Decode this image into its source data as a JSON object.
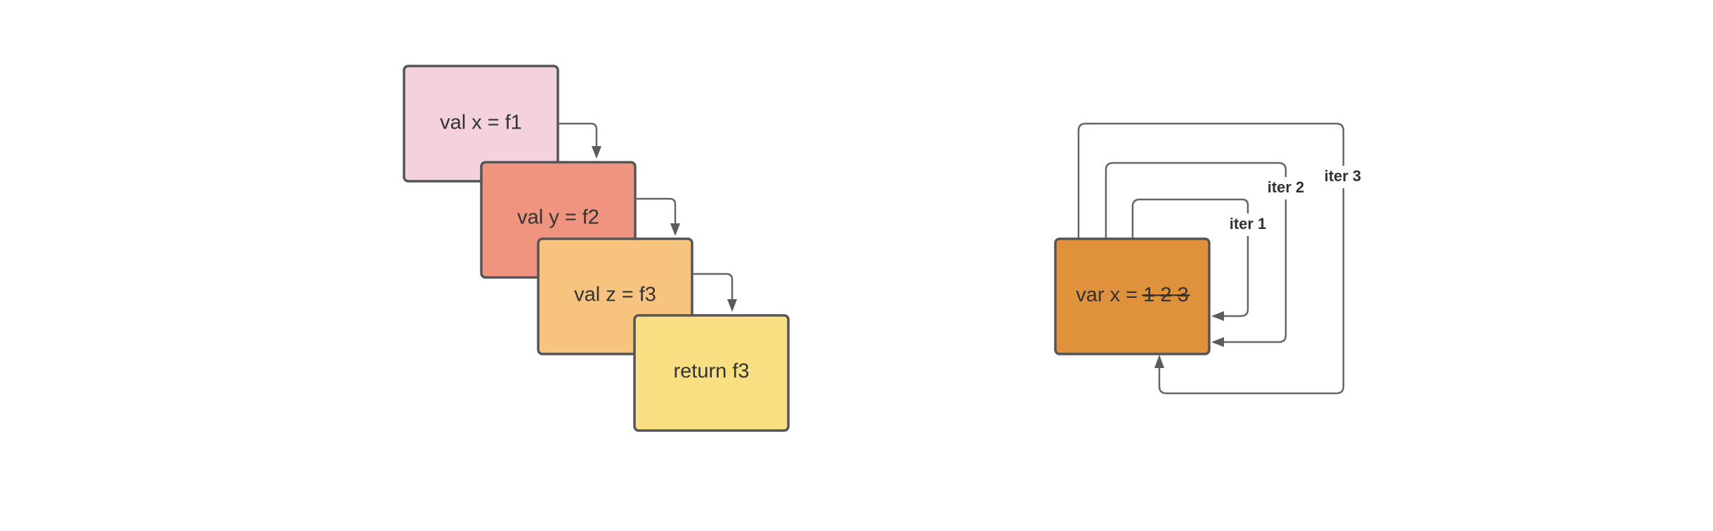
{
  "left_diagram": {
    "boxes": [
      {
        "label": "val x = f1",
        "color": "#f3d1dd"
      },
      {
        "label": "val y = f2",
        "color": "#f0937f"
      },
      {
        "label": "val z = f3",
        "color": "#f6c47f"
      },
      {
        "label": "return f3",
        "color": "#f9df82"
      }
    ]
  },
  "right_diagram": {
    "box": {
      "prefix": "var x = ",
      "struck_values": [
        "1",
        "2",
        "3"
      ],
      "color": "#e0913b"
    },
    "loops": [
      {
        "label": "iter 1"
      },
      {
        "label": "iter 2"
      },
      {
        "label": "iter 3"
      }
    ]
  },
  "colors": {
    "stroke": "#555555",
    "connector": "#666666",
    "text": "#333333"
  }
}
